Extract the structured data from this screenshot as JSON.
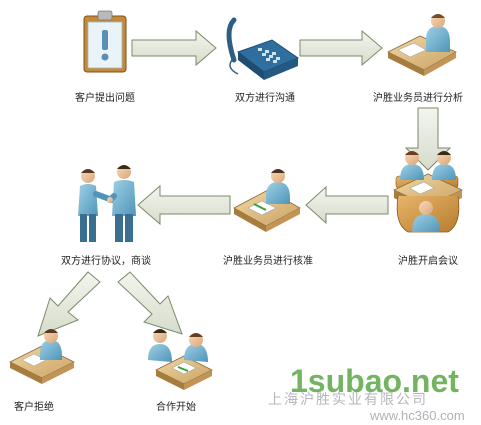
{
  "steps": {
    "customer_question": "客户提出问题",
    "both_communicate": "双方进行沟通",
    "staff_analysis": "沪胜业务员进行分析",
    "meeting": "沪胜开启会议",
    "staff_approve": "沪胜业务员进行核准",
    "negotiate": "双方进行协议，商谈",
    "customer_refuse": "客户拒绝",
    "cooperation_start": "合作开始"
  },
  "watermark": {
    "brand": "1subao.net",
    "company": "上海沪胜实业有限公司",
    "url": "www.hc360.com"
  },
  "colors": {
    "arrow_fill": "#e6ebdc",
    "arrow_stroke": "#7a8a6a",
    "watermark_green": "#5aa845"
  }
}
